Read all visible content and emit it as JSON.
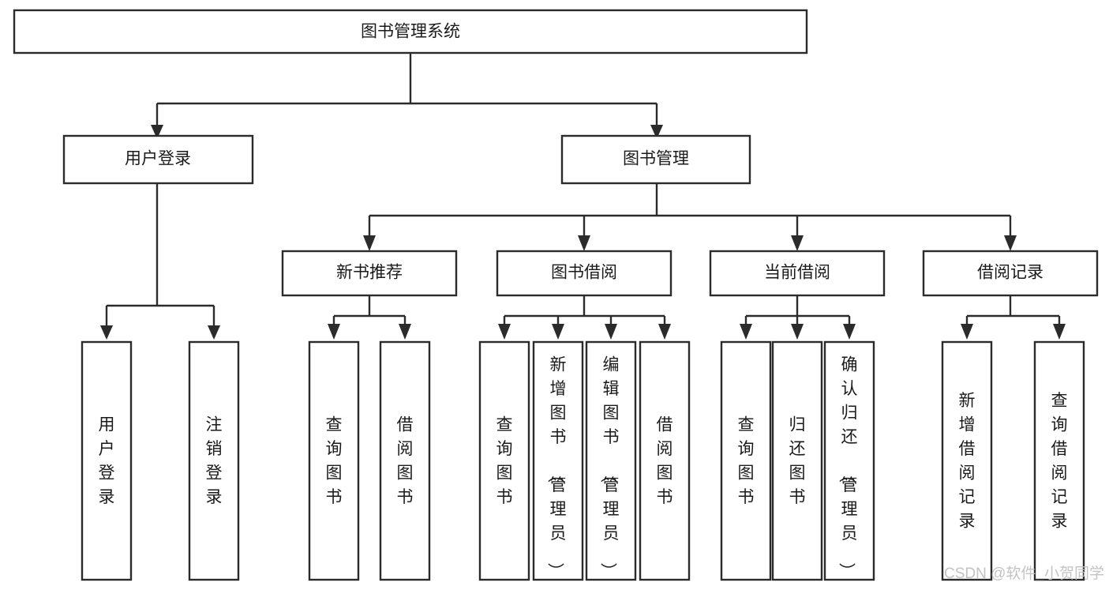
{
  "diagram": {
    "title": "图书管理系统",
    "type": "tree-hierarchy-chart",
    "root": {
      "label": "图书管理系统"
    },
    "level2": [
      {
        "label": "用户登录"
      },
      {
        "label": "图书管理"
      }
    ],
    "level3": [
      {
        "label": "新书推荐"
      },
      {
        "label": "图书借阅"
      },
      {
        "label": "当前借阅"
      },
      {
        "label": "借阅记录"
      }
    ],
    "leaves": {
      "user_login": [
        {
          "label": "用户登录"
        },
        {
          "label": "注销登录"
        }
      ],
      "new_book_recommend": [
        {
          "label": "查询图书"
        },
        {
          "label": "借阅图书"
        }
      ],
      "book_borrow": [
        {
          "label": "查询图书"
        },
        {
          "label": "新增图书（管理员）"
        },
        {
          "label": "编辑图书（管理员）"
        },
        {
          "label": "借阅图书"
        }
      ],
      "current_borrow": [
        {
          "label": "查询图书"
        },
        {
          "label": "归还图书"
        },
        {
          "label": "确认归还（管理员）"
        }
      ],
      "borrow_records": [
        {
          "label": "新增借阅记录"
        },
        {
          "label": "查询借阅记录"
        }
      ]
    },
    "colors": {
      "stroke": "#2b2b2b",
      "fill": "#ffffff",
      "text": "#1a1a1a",
      "watermark": "#c3c3c3",
      "background": "#ffffff"
    }
  },
  "watermark": {
    "text": "CSDN @软件_小贺同学"
  }
}
